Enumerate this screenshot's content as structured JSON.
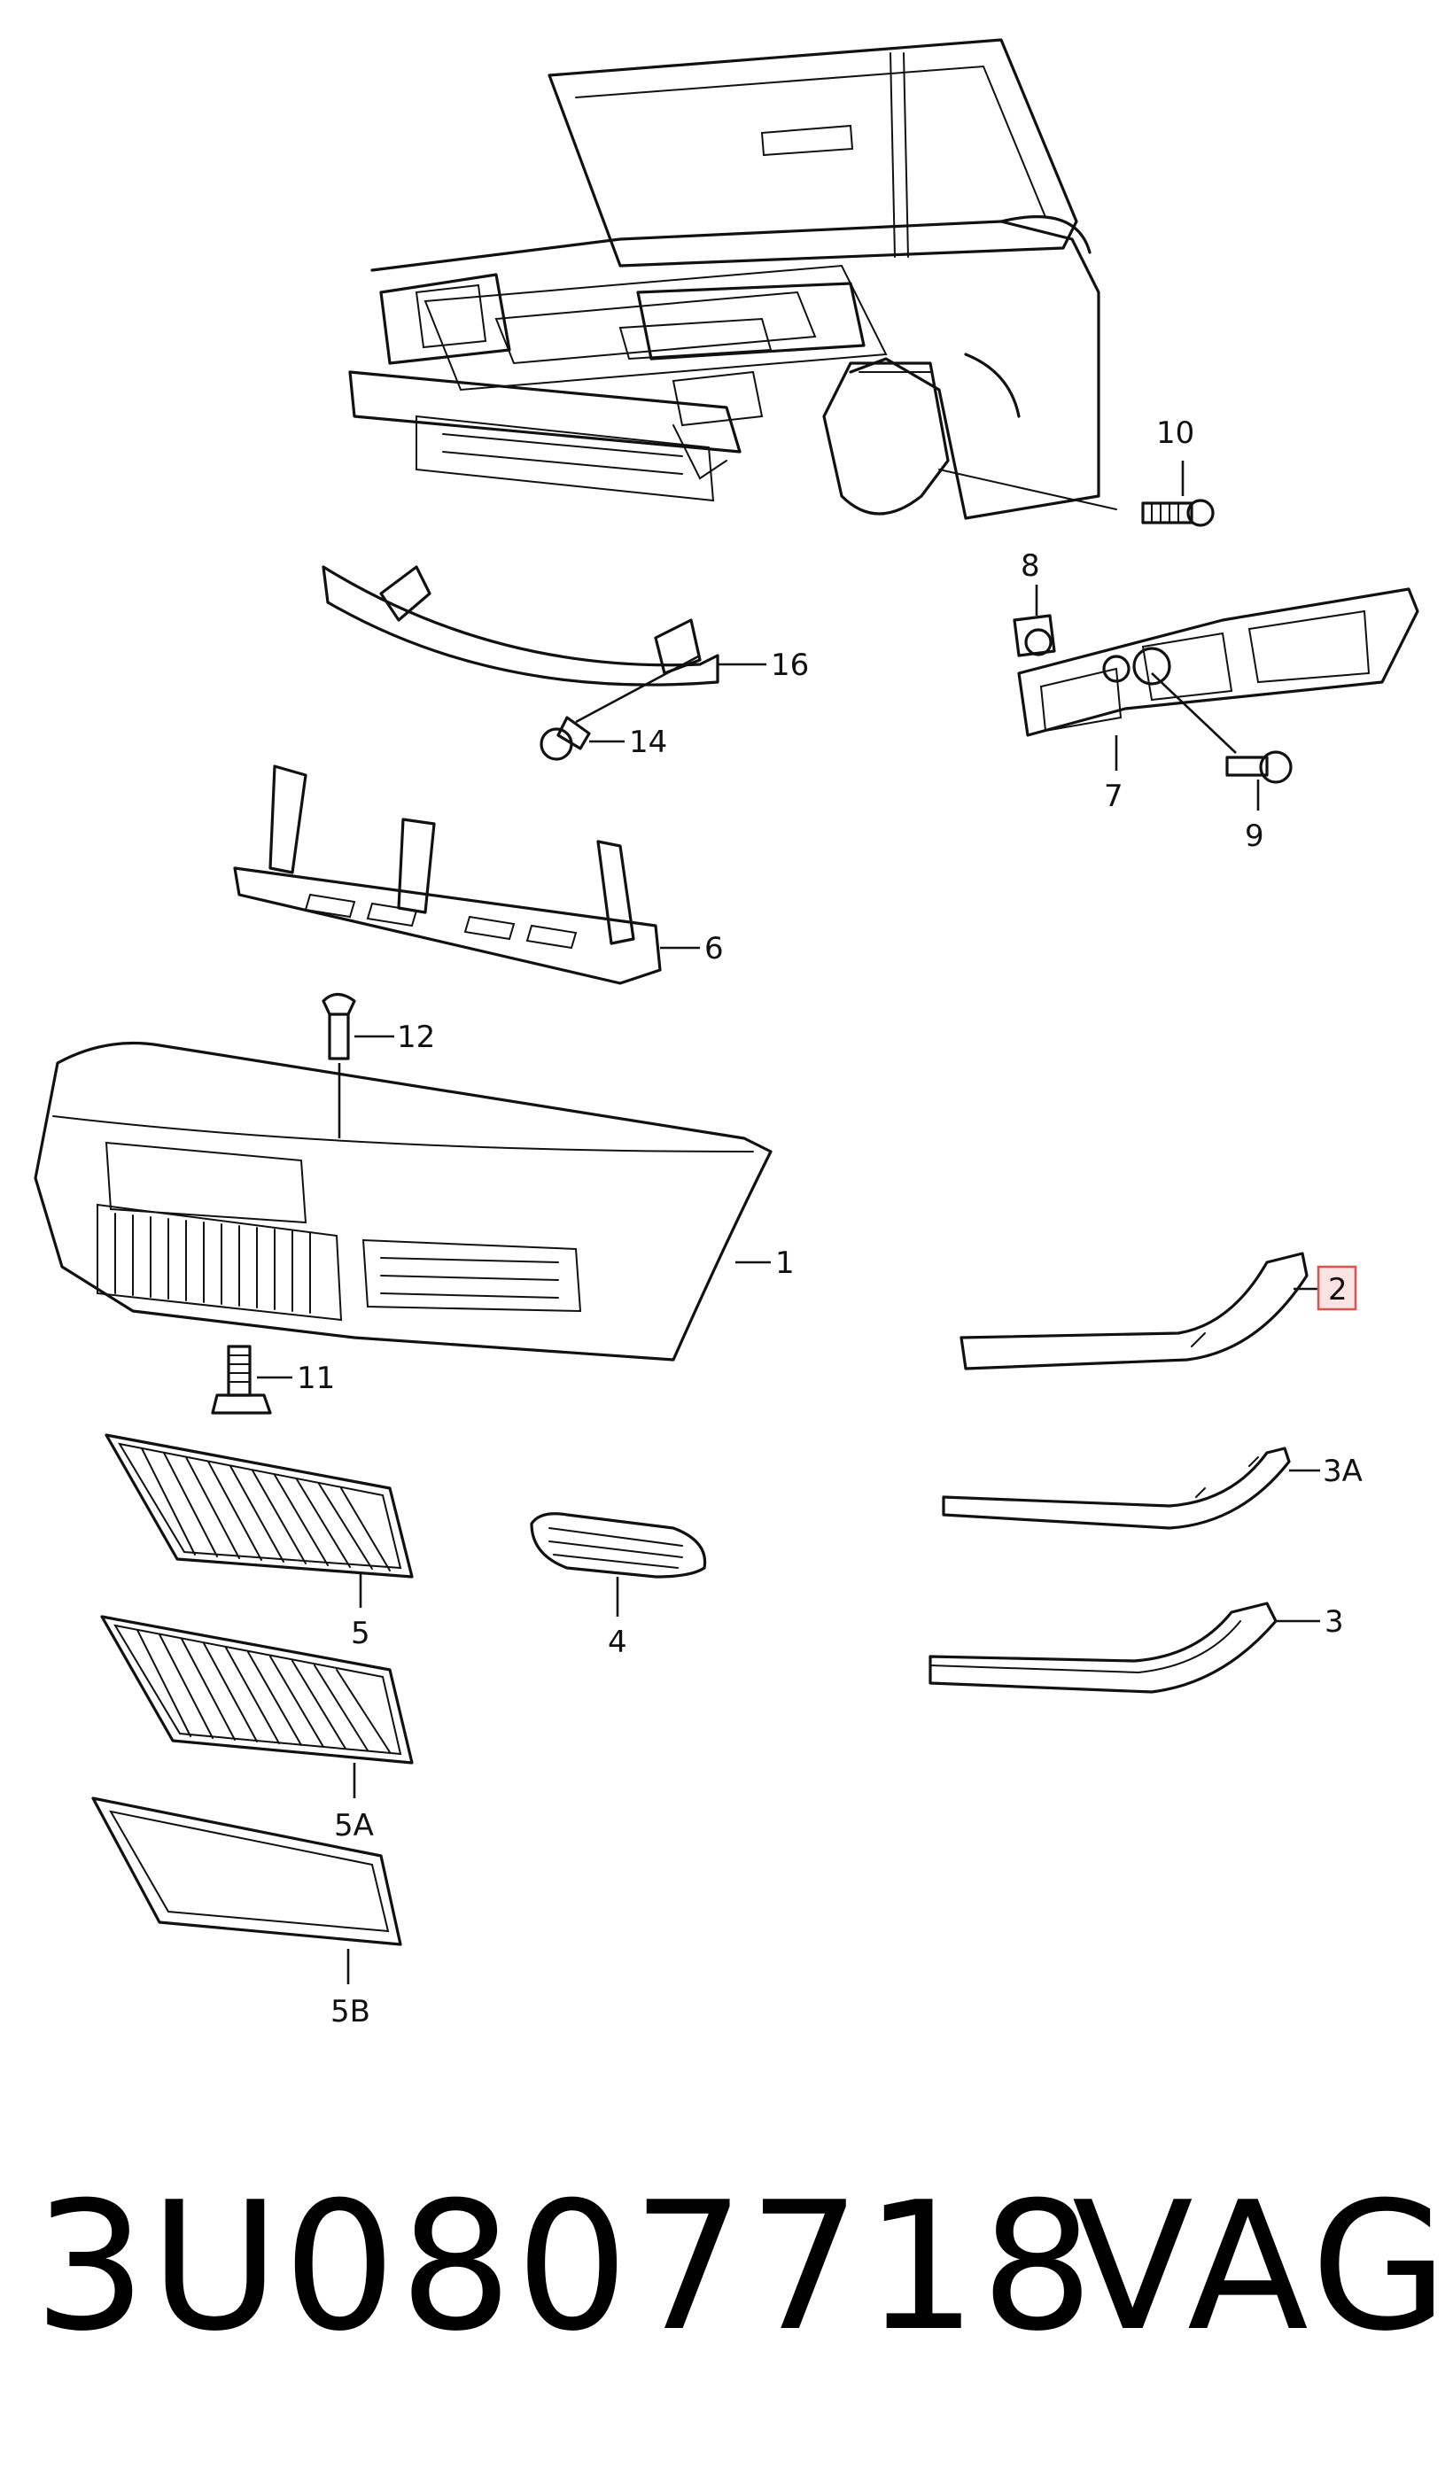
{
  "callouts": {
    "c1": "1",
    "c2": "2",
    "c3": "3",
    "c3a": "3A",
    "c4": "4",
    "c5": "5",
    "c5a": "5A",
    "c5b": "5B",
    "c6": "6",
    "c7": "7",
    "c8": "8",
    "c9": "9",
    "c10": "10",
    "c11": "11",
    "c12": "12",
    "c14": "14",
    "c16": "16"
  },
  "highlighted_callout": "2",
  "highlight_color": "#d9534f",
  "footer": {
    "part_number": "3U0807718",
    "brand": "VAG"
  }
}
